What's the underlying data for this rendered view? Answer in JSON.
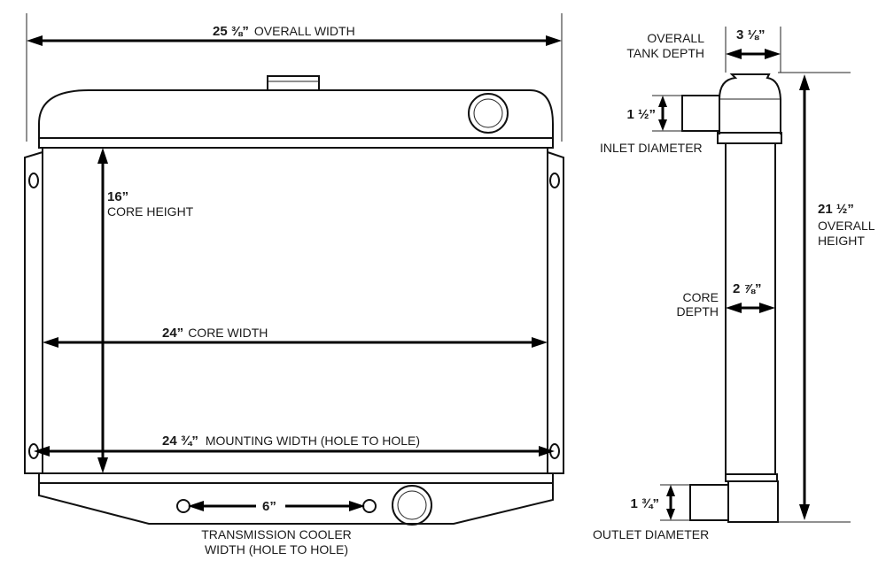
{
  "front": {
    "overall_width_value": "25 ⅜”",
    "overall_width_label": "OVERALL WIDTH",
    "core_height_value": "16”",
    "core_height_label": "CORE HEIGHT",
    "core_width_value": "24”",
    "core_width_label": "CORE WIDTH",
    "mounting_width_value": "24 ¾”",
    "mounting_width_label": "MOUNTING WIDTH (HOLE TO HOLE)",
    "cooler_value": "6”",
    "cooler_label_line1": "TRANSMISSION COOLER",
    "cooler_label_line2": "WIDTH (HOLE TO HOLE)"
  },
  "side": {
    "tank_depth_value": "3 ⅛”",
    "tank_depth_label_line1": "OVERALL",
    "tank_depth_label_line2": "TANK DEPTH",
    "inlet_value": "1 ½”",
    "inlet_label": "INLET DIAMETER",
    "overall_height_value": "21 ½”",
    "overall_height_label_line1": "OVERALL",
    "overall_height_label_line2": "HEIGHT",
    "core_depth_value": "2 ⅞”",
    "core_depth_label_line1": "CORE",
    "core_depth_label_line2": "DEPTH",
    "outlet_value": "1 ¾”",
    "outlet_label": "OUTLET DIAMETER"
  }
}
